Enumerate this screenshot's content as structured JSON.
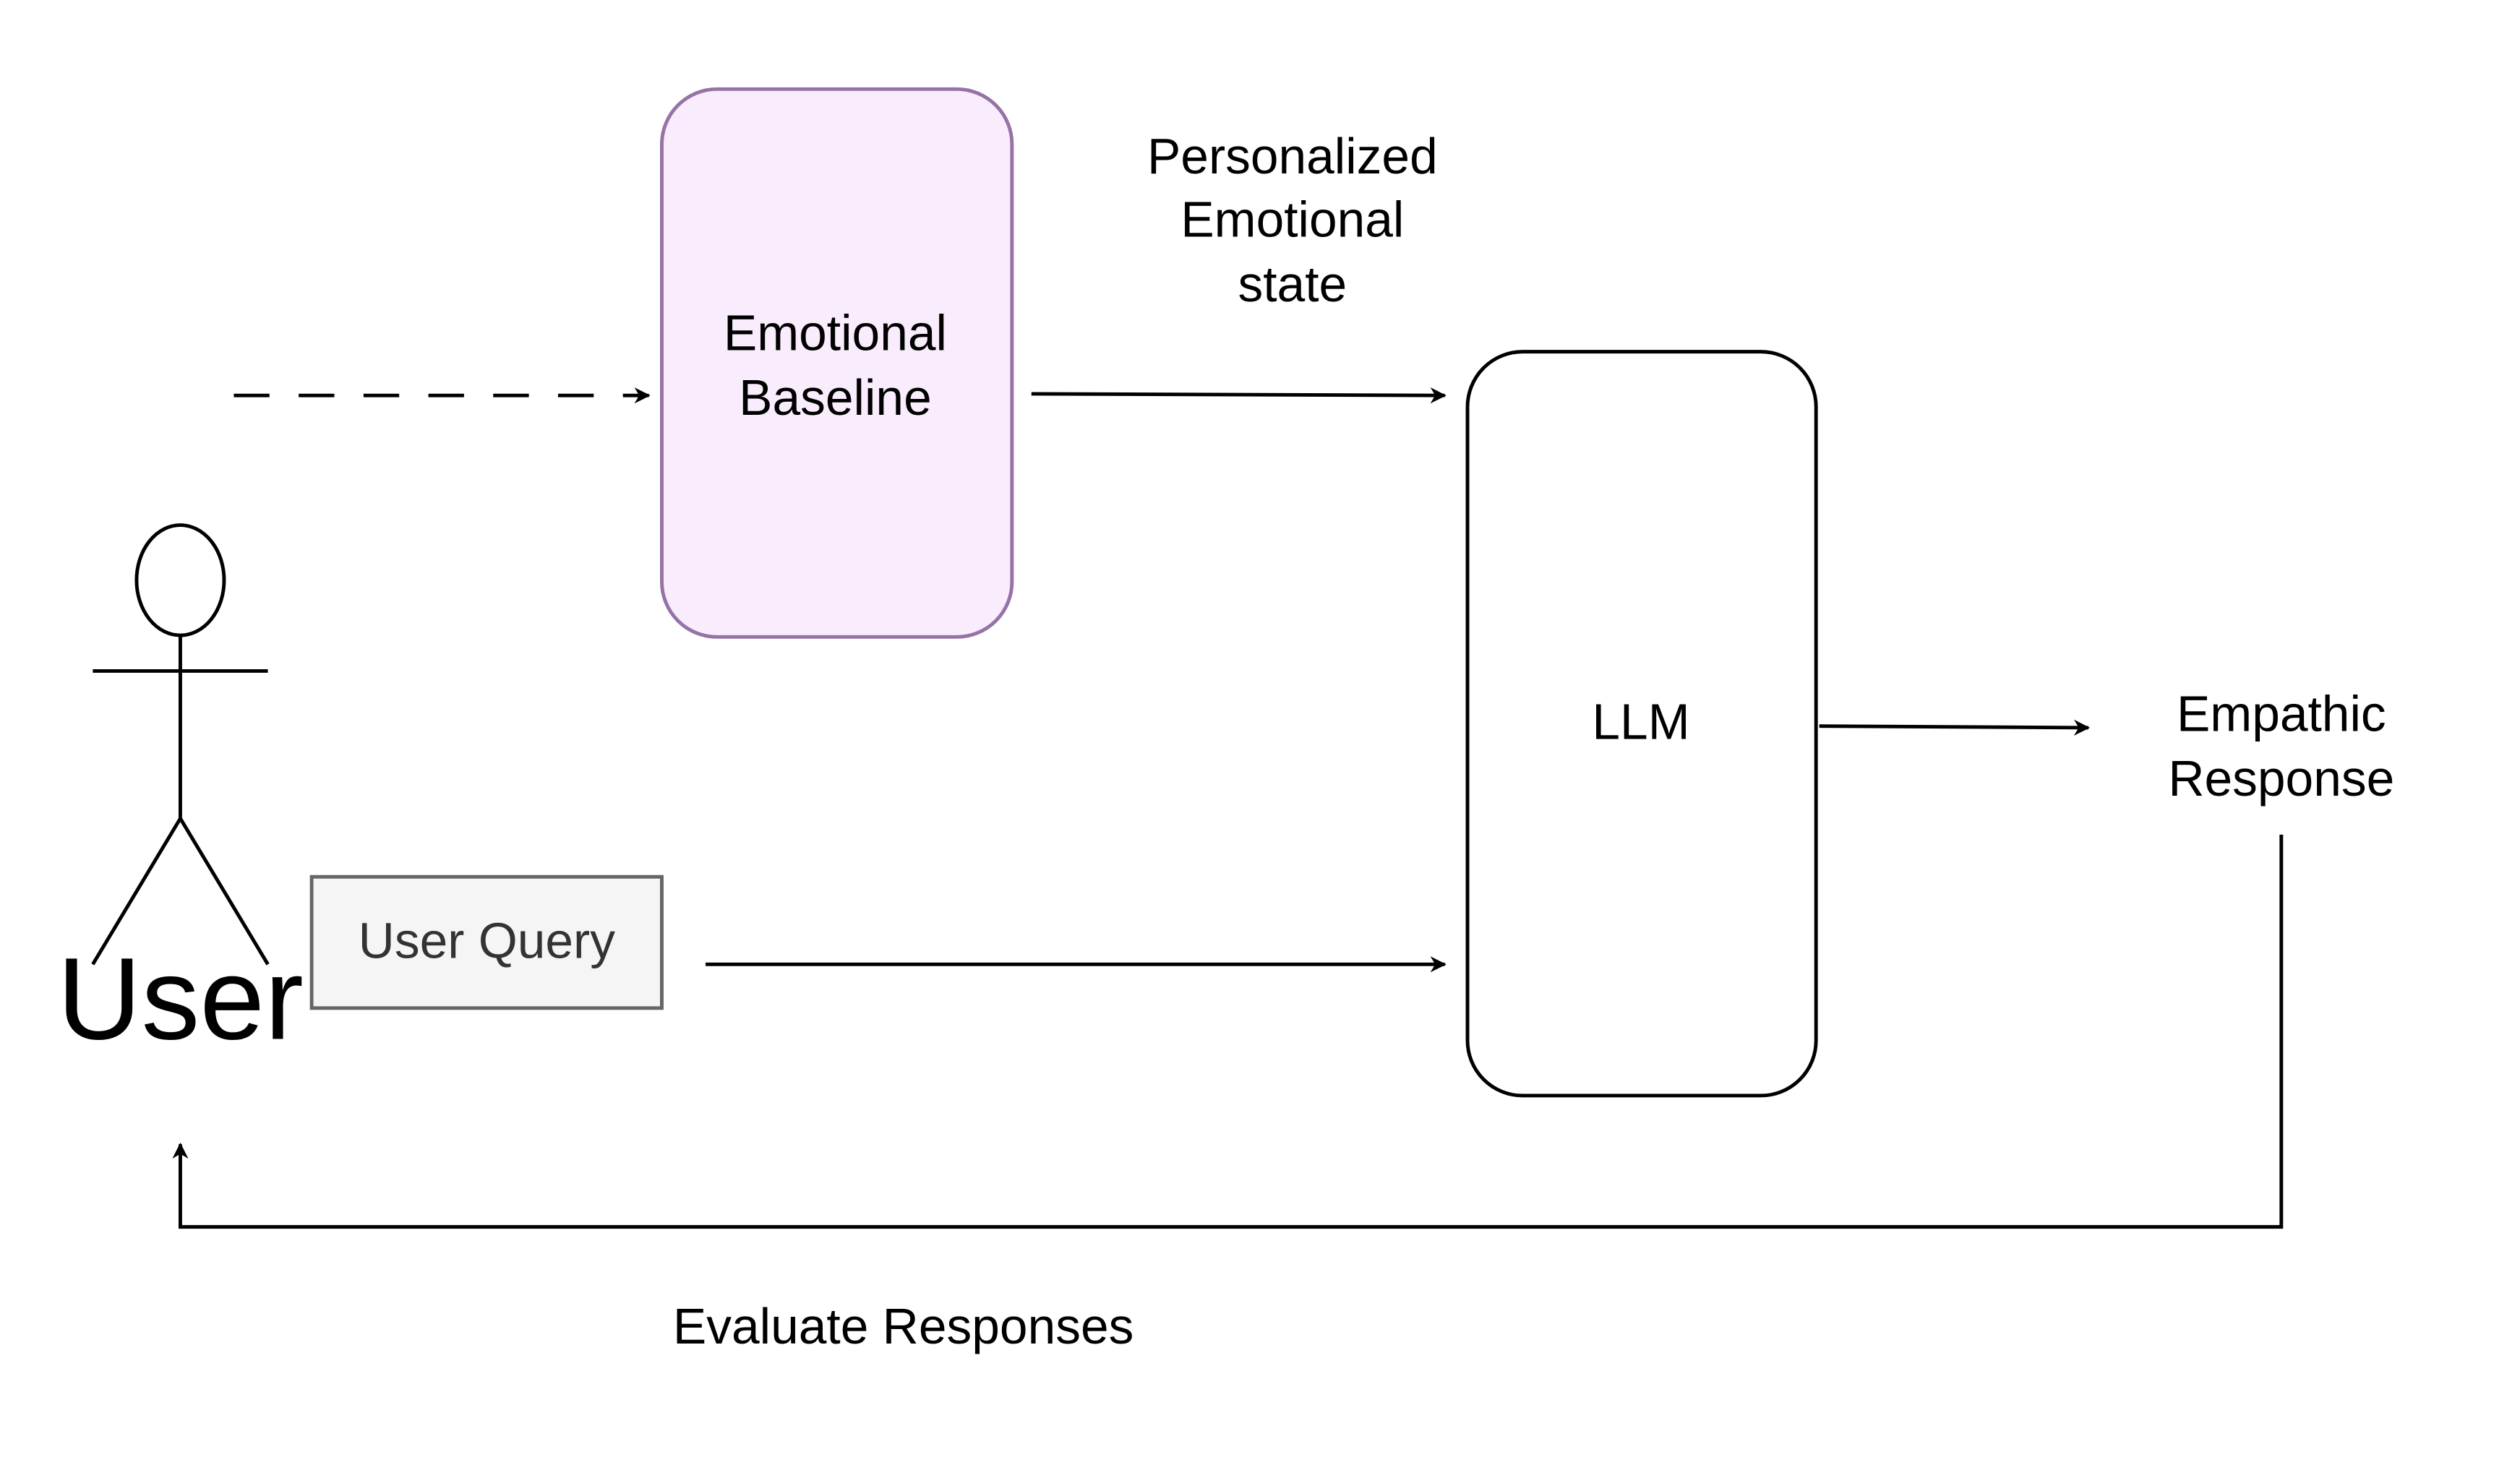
{
  "nodes": {
    "user": {
      "label": "User"
    },
    "emotional_baseline": {
      "label_lines": [
        "Emotional",
        "Baseline"
      ]
    },
    "user_query": {
      "label": "User Query"
    },
    "llm": {
      "label": "LLM"
    },
    "empathic_response": {
      "label_lines": [
        "Empathic",
        "Response"
      ]
    }
  },
  "edges": {
    "baseline_to_llm": {
      "label_lines": [
        "Personalized",
        "Emotional",
        "state"
      ]
    },
    "response_to_user": {
      "label": "Evaluate Responses"
    }
  },
  "colors": {
    "baseline_fill": "#f9ecfc",
    "baseline_stroke": "#9673a6",
    "query_fill": "#f5f5f5",
    "query_stroke": "#666666",
    "line": "#000000"
  }
}
